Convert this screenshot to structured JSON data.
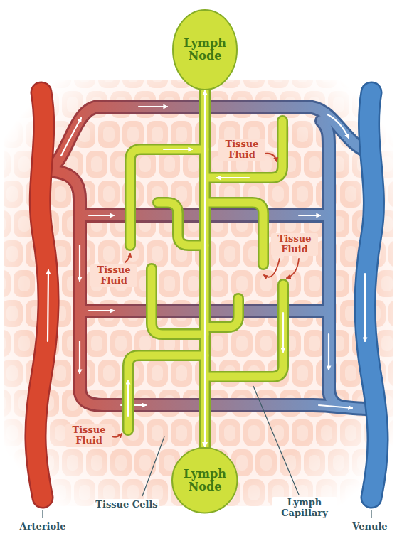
{
  "diagram": {
    "nodes": [
      {
        "text": [
          "Lymph Node"
        ]
      },
      {
        "text": [
          "Lymph Node"
        ]
      }
    ],
    "edges": [
      {
        "from": 0,
        "to": 1,
        "arrow": "both"
      }
    ],
    "labels": [
      "Tissue Fluid",
      "Tissue Fluid",
      "Tissue Fluid",
      "Tissue Fluid",
      "Tissue Cells",
      "Lymph Capillary",
      "Arteriole",
      "Venule"
    ]
  }
}
